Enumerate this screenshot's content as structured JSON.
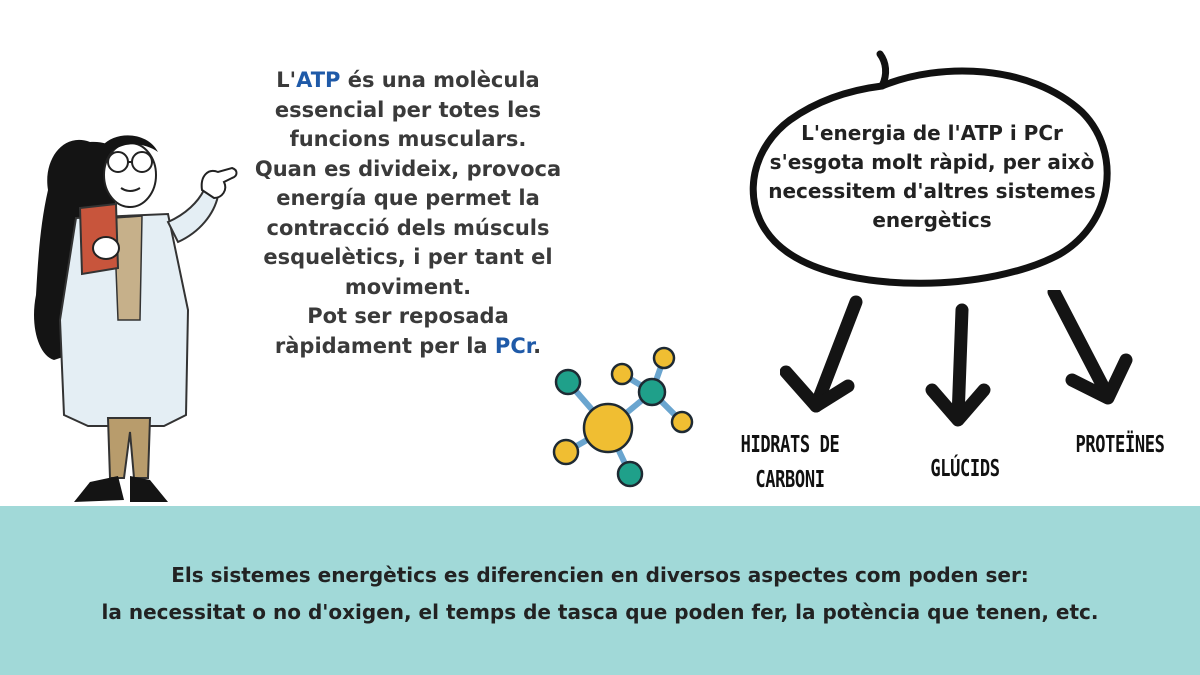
{
  "main_text": {
    "line1_pre": "L'",
    "line1_hl": "ATP",
    "line1_post": " és una molècula",
    "line2": "essencial per totes les",
    "line3": "funcions musculars.",
    "line4": "Quan es divideix, provoca",
    "line5": "energía que permet la",
    "line6": "contracció dels músculs",
    "line7": "esquelètics, i per tant el",
    "line8": "moviment.",
    "line9": "Pot ser reposada",
    "line10_pre": "ràpidament per la ",
    "line10_hl": "PCr",
    "line10_post": "."
  },
  "bubble": {
    "line1": "L'energia de l'ATP i PCr",
    "line2": "s'esgota molt ràpid, per això",
    "line3": "necessitem d'altres sistemes",
    "line4": "energètics"
  },
  "categories": {
    "c1_line1": "HIDRATS DE",
    "c1_line2": "CARBONI",
    "c2": "GLÚCIDS",
    "c3": "PROTEÏNES"
  },
  "footer": {
    "line1": "Els sistemes energètics es diferencien en diversos aspectes com poden ser:",
    "line2": "la necessitat o no d'oxigen, el temps de tasca que poden fer, la potència que tenen, etc."
  },
  "colors": {
    "highlight": "#1f5aa8",
    "band": "#a1d9d8",
    "atom_yellow": "#f0be32",
    "atom_teal": "#1fa08a"
  }
}
